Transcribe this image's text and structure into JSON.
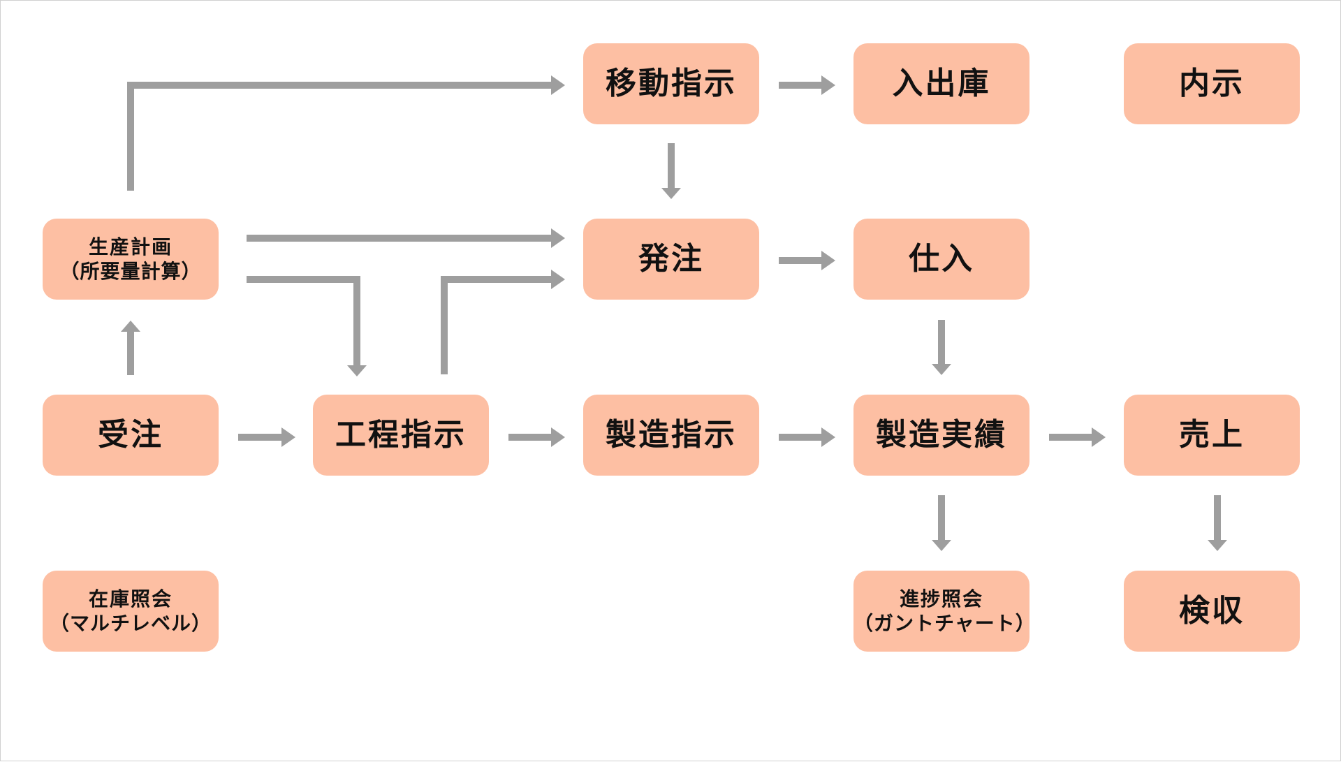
{
  "nodes": {
    "idou_shiji": "移動指示",
    "nyushukko": "入出庫",
    "naiji": "内示",
    "seisan_keikaku": {
      "line1": "生産計画",
      "line2": "（所要量計算）"
    },
    "hacchu": "発注",
    "shiire": "仕入",
    "juchu": "受注",
    "koutei_shiji": "工程指示",
    "seizo_shiji": "製造指示",
    "seizo_jisseki": "製造実績",
    "uriage": "売上",
    "zaiko_shoukai": {
      "line1": "在庫照会",
      "line2": "（マルチレベル）"
    },
    "shinchoku_shoukai": {
      "line1": "進捗照会",
      "line2": "（ガントチャート）"
    },
    "kenshu": "検収"
  },
  "colors": {
    "node_fill": "#fdbfa3",
    "arrow": "#9e9e9e",
    "text": "#111111"
  }
}
